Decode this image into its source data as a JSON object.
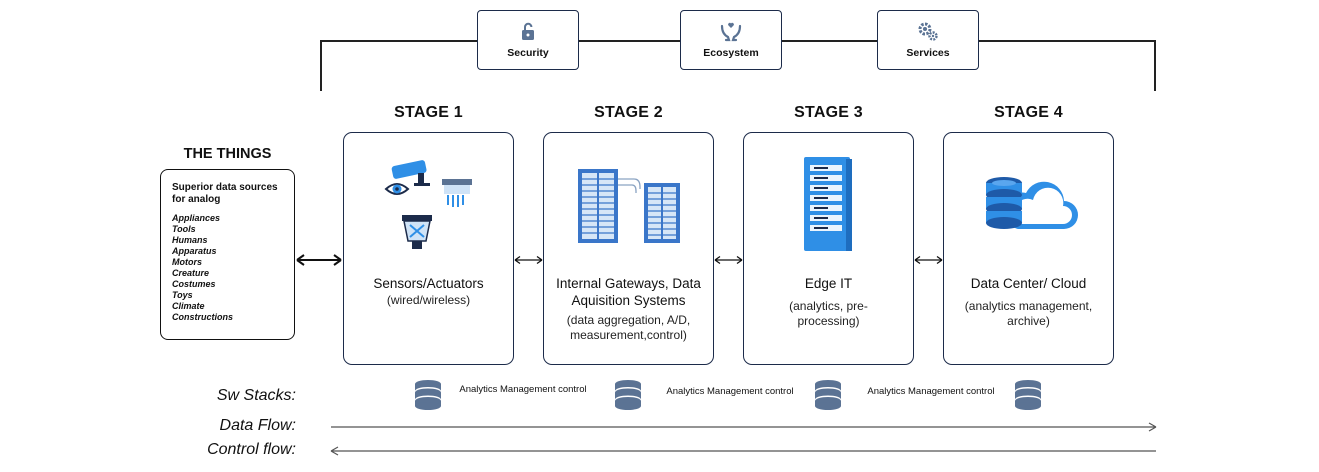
{
  "top_boxes": [
    {
      "label": "Security",
      "icon": "lock-icon"
    },
    {
      "label": "Ecosystem",
      "icon": "hands-icon"
    },
    {
      "label": "Services",
      "icon": "gears-icon"
    }
  ],
  "things": {
    "title": "THE THINGS",
    "heading": "Superior data sources for analog",
    "items": [
      "Appliances",
      "Tools",
      "Humans",
      "Apparatus",
      "Motors",
      "Creature",
      "Costumes",
      "Toys",
      "Climate",
      "Constructions"
    ]
  },
  "stages": [
    {
      "title": "STAGE 1",
      "name": "Sensors/Actuators",
      "sub": "(wired/wireless)"
    },
    {
      "title": "STAGE 2",
      "name": "Internal Gateways, Data Aquisition Systems",
      "sub": "(data aggregation, A/D, measurement,control)"
    },
    {
      "title": "STAGE 3",
      "name": "Edge IT",
      "sub": "(analytics, pre-processing)"
    },
    {
      "title": "STAGE 4",
      "name": "Data Center/ Cloud",
      "sub": "(analytics management, archive)"
    }
  ],
  "rows": {
    "sw_stacks": "Sw Stacks:",
    "data_flow": "Data Flow:",
    "control_flow": "Control flow:"
  },
  "stack_labels": [
    "Analytics Management control",
    "Analytics Management control",
    "Analytics Management control"
  ],
  "colors": {
    "navy": "#1c2b4a",
    "blue": "#2f8fe6",
    "steel": "#5b7394",
    "server_blue": "#3a76c9"
  }
}
